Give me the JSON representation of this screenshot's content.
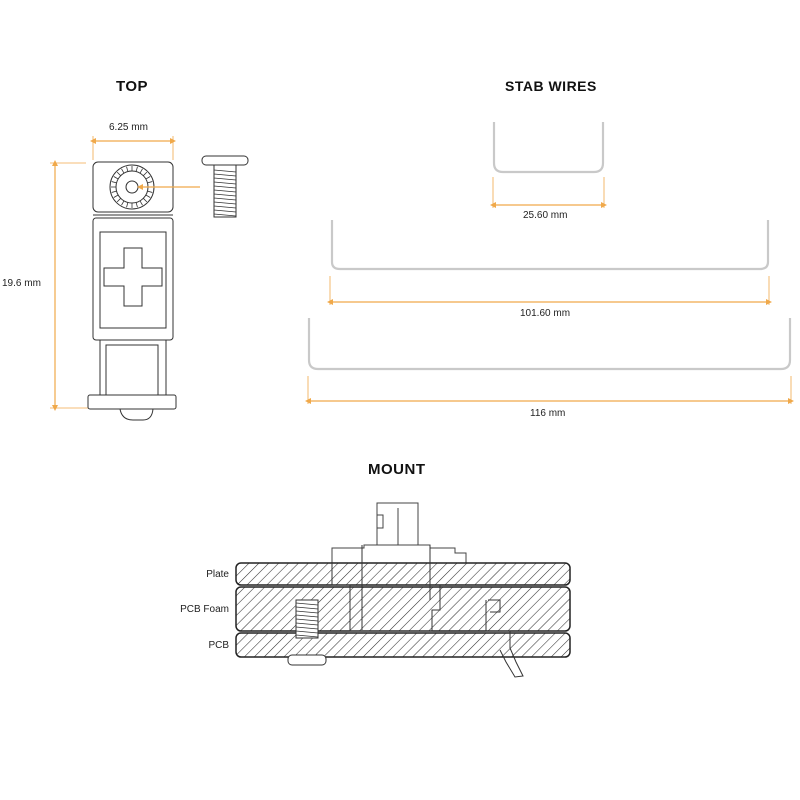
{
  "sections": {
    "top": "TOP",
    "stab_wires": "STAB WIRES",
    "mount": "MOUNT"
  },
  "dimensions": {
    "width": "6.25 mm",
    "height": "19.6 mm",
    "wire_small": "25.60 mm",
    "wire_medium": "101.60 mm",
    "wire_large": "116 mm"
  },
  "layers": {
    "plate": "Plate",
    "pcb_foam": "PCB Foam",
    "pcb": "PCB"
  },
  "colors": {
    "dimension": "#f0a94a",
    "outline": "#333333",
    "wire": "#c9c9c9"
  }
}
